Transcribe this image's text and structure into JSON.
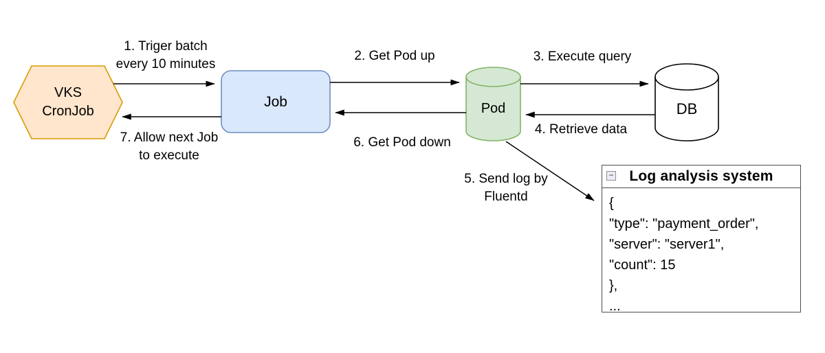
{
  "diagram": {
    "nodes": {
      "cronjob": {
        "line1": "VKS",
        "line2": "CronJob",
        "fill": "#ffe6cc",
        "stroke": "#d79b00"
      },
      "job": {
        "label": "Job",
        "fill": "#dae8fc",
        "stroke": "#6c8ebf"
      },
      "pod": {
        "label": "Pod",
        "fill": "#d5e8d4",
        "stroke": "#82b366"
      },
      "db": {
        "label": "DB",
        "fill": "#ffffff",
        "stroke": "#000000"
      }
    },
    "edges": {
      "e1": {
        "line1": "1. Triger batch",
        "line2": "every 10 minutes"
      },
      "e2": {
        "label": "2. Get Pod up"
      },
      "e3": {
        "label": "3. Execute query"
      },
      "e4": {
        "label": "4. Retrieve data"
      },
      "e5": {
        "line1": "5. Send log by",
        "line2": "Fluentd"
      },
      "e6": {
        "label": "6. Get Pod down"
      },
      "e7": {
        "line1": "7. Allow next Job",
        "line2": "to execute"
      }
    },
    "arrow_color": "#000000",
    "log_box": {
      "title": "Log analysis system",
      "lines": [
        "{",
        "\"type\": \"payment_order\",",
        "\"server\": \"server1\",",
        "\"count\": 15",
        "},",
        "..."
      ]
    },
    "icons": {
      "collapse_minus": "−"
    }
  }
}
